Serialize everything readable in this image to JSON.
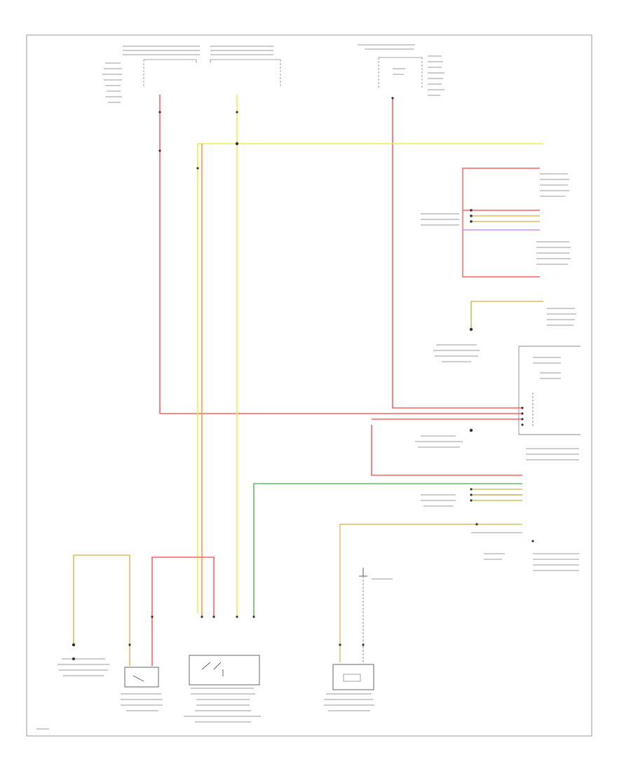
{
  "diagram": {
    "footer_code": "",
    "components": [
      {
        "id": "ambient-temp-sensor",
        "label": "",
        "kind": "sensor-box"
      },
      {
        "id": "ac-pressure-sensor",
        "label": "",
        "kind": "switch-box"
      },
      {
        "id": "engine-coolant-sensor",
        "label": "",
        "kind": "sensor-box"
      },
      {
        "id": "control-module",
        "label": "",
        "kind": "module"
      }
    ],
    "wire_colors": {
      "red": "#ff6060",
      "yellow": "#eeee55",
      "orange": "#ff9a3c",
      "green": "#5fbf5f",
      "pink": "#ff80c0",
      "violet": "#c080ff",
      "tan": "#d8c060",
      "frame": "#999999"
    }
  }
}
